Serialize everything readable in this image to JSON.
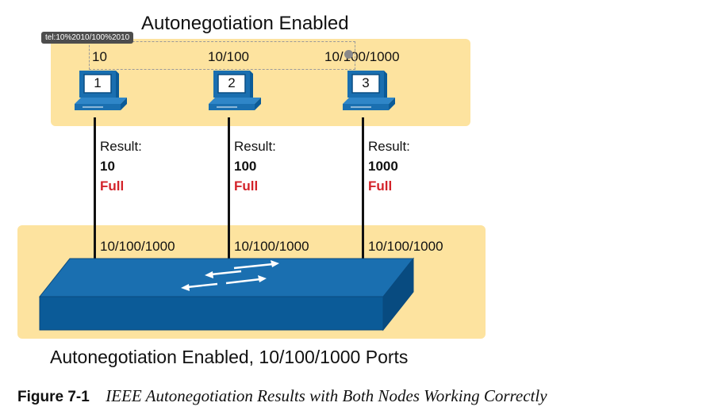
{
  "top_title": "Autonegotiation Enabled",
  "bottom_title": "Autonegotiation Enabled, 10/100/1000 Ports",
  "tooltip": "tel:10%2010/100%2010",
  "pcs": [
    {
      "number": "1",
      "speed_setting": "10",
      "result_label": "Result:",
      "result_speed": "10",
      "result_duplex": "Full",
      "port": "10/100/1000"
    },
    {
      "number": "2",
      "speed_setting": "10/100",
      "result_label": "Result:",
      "result_speed": "100",
      "result_duplex": "Full",
      "port": "10/100/1000"
    },
    {
      "number": "3",
      "speed_setting": "10/100/1000",
      "result_label": "Result:",
      "result_speed": "1000",
      "result_duplex": "Full",
      "port": "10/100/1000"
    }
  ],
  "caption": {
    "figure_number": "Figure 7-1",
    "text": "IEEE Autonegotiation Results with Both Nodes Working Correctly"
  },
  "colors": {
    "panel": "#fde39f",
    "switch_top": "#1a6fb0",
    "switch_side": "#0b5b98",
    "duplex": "#d3232a"
  }
}
